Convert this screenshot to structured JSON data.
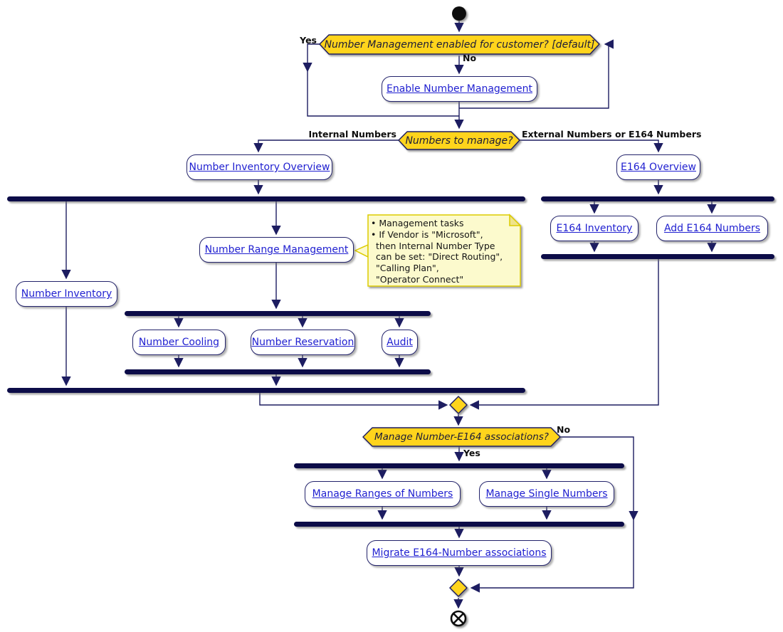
{
  "colors": {
    "decision_fill": "#FFD41F",
    "line": "#1d1d61",
    "bar": "#0c0c48",
    "box_border": "#23236b",
    "link": "#1f1fd0",
    "note_bg": "#FCFACD",
    "note_border": "#DCCB00"
  },
  "decisions": {
    "nm_enabled": {
      "question": "Number Management enabled for customer? [default]",
      "yes_label": "Yes",
      "no_label": "No"
    },
    "numbers_to_manage": {
      "question": "Numbers to manage?",
      "left_label": "Internal Numbers",
      "right_label": "External Numbers or E164 Numbers"
    },
    "manage_assoc": {
      "question": "Manage Number-E164 associations?",
      "yes_label": "Yes",
      "no_label": "No"
    }
  },
  "activities": {
    "enable_nm": "Enable Number Management",
    "number_inventory_overview": "Number Inventory Overview",
    "e164_overview": "E164 Overview",
    "number_range_management": "Number Range Management",
    "number_inventory": "Number Inventory",
    "number_cooling": "Number Cooling",
    "number_reservation": "Number Reservation",
    "audit": "Audit",
    "e164_inventory": "E164 Inventory",
    "add_e164_numbers": "Add E164 Numbers",
    "manage_ranges": "Manage Ranges of Numbers",
    "manage_single": "Manage Single Numbers",
    "migrate_assoc": "Migrate E164-Number associations"
  },
  "note": {
    "lines": [
      "• Management tasks",
      "• If Vendor is \"Microsoft\",",
      "then Internal Number Type",
      "can be set: \"Direct Routing\",",
      "\"Calling Plan\",",
      "\"Operator Connect\""
    ]
  }
}
